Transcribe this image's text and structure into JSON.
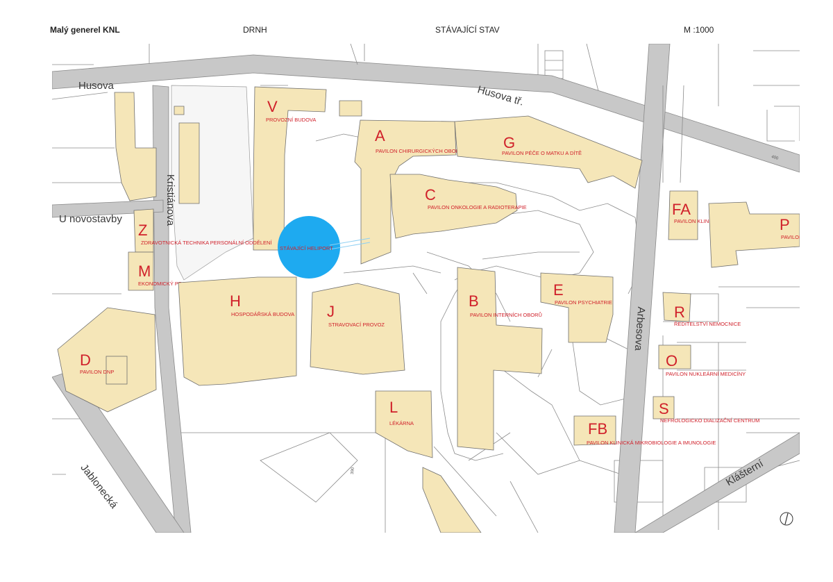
{
  "header": {
    "title": "Malý generel KNL",
    "project": "DRNH",
    "status": "STÁVAJÍCÍ STAV",
    "scale": "M :1000"
  },
  "streets": {
    "husova": "Husova",
    "husova_tr": "Husova tř.",
    "kristianova": "Kristiánova",
    "u_novostavby": "U novostavby",
    "jablonecka": "Jablonecká",
    "arbesova": "Arbesova",
    "klasterni": "Klášterní"
  },
  "heliport": "STÁVAJÍCÍ HELIPORT",
  "buildings": [
    {
      "id": "V",
      "name": "PROVOZNÍ BUDOVA"
    },
    {
      "id": "A",
      "name": "PAVILON CHIRURGICKÝCH OBORŮ"
    },
    {
      "id": "G",
      "name": "PAVILON PÉČE O MATKU A DÍTĚ"
    },
    {
      "id": "C",
      "name": "PAVILON ONKOLOGIE A RADIOTERAPIE"
    },
    {
      "id": "FA",
      "name": "PAVILON KLINICKÁ MIKROBIOLOGIE A IMUNOLOGIE"
    },
    {
      "id": "P",
      "name": "PAVILON"
    },
    {
      "id": "Z",
      "name": "ZDRAVOTNICKÁ TECHNIKA PERSONÁLNÍ ODDĚLENÍ"
    },
    {
      "id": "M",
      "name": "EKONOMICKÝ PROVOZ"
    },
    {
      "id": "H",
      "name": "HOSPODÁŘSKÁ BUDOVA"
    },
    {
      "id": "J",
      "name": "STRAVOVACÍ PROVOZ"
    },
    {
      "id": "B",
      "name": "PAVILON INTERNÍCH OBORŮ"
    },
    {
      "id": "E",
      "name": "PAVILON PSYCHIATRIE"
    },
    {
      "id": "R",
      "name": "ŘEDITELSTVÍ NEMOCNICE"
    },
    {
      "id": "O",
      "name": "PAVILON NUKLEÁRNÍ MEDICÍNY"
    },
    {
      "id": "D",
      "name": "PAVILON DNP"
    },
    {
      "id": "L",
      "name": "LÉKÁRNA"
    },
    {
      "id": "S",
      "name": "NEFROLOGICKO DIALIZAČNÍ CENTRUM"
    },
    {
      "id": "FB",
      "name": "PAVILON KLINICKÁ MIKROBIOLOGIE A IMUNOLOGIE"
    }
  ],
  "contours": [
    "400",
    "390"
  ],
  "colors": {
    "building_fill": "#f5e6b8",
    "road": "#c8c8c8",
    "label_red": "#d0202a",
    "heliport": "#1eaaf0"
  }
}
